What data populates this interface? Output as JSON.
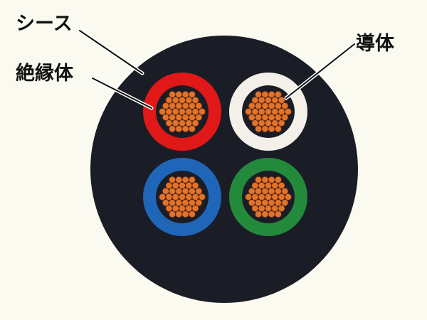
{
  "labels": {
    "sheath": "シース",
    "insulator": "絶縁体",
    "conductor": "導体"
  },
  "colors": {
    "background": "#fbfaf0",
    "sheath": "#1b1d26",
    "conductor": "#e2732a",
    "conductor_edge": "#8a3a10",
    "insulation": [
      "#e01818",
      "#f2f0e8",
      "#1f66b8",
      "#238a3c"
    ]
  },
  "cores": [
    {
      "insulation_color": "red"
    },
    {
      "insulation_color": "white"
    },
    {
      "insulation_color": "blue"
    },
    {
      "insulation_color": "green"
    }
  ]
}
